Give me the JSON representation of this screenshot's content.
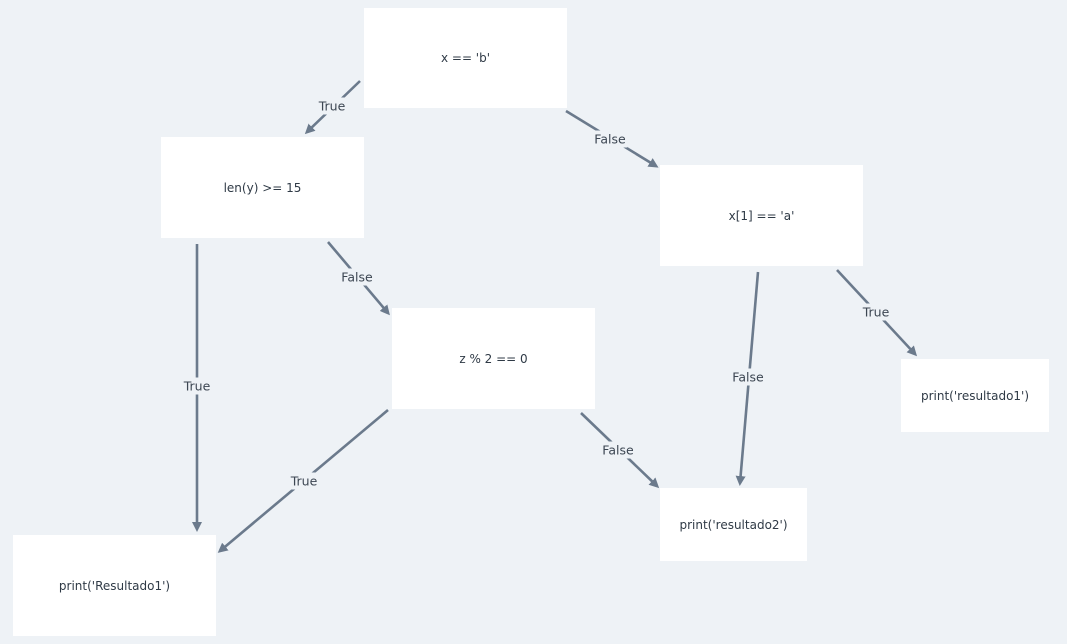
{
  "nodes": {
    "root": "x == 'b'",
    "len": "len(y) >= 15",
    "x1": "x[1] == 'a'",
    "z": "z % 2 == 0",
    "res1": "print('resultado1')",
    "res2": "print('resultado2')",
    "Res1": "print('Resultado1')"
  },
  "edges": {
    "root_len": "True",
    "root_x1": "False",
    "len_Res1": "True",
    "len_z": "False",
    "z_Res1": "True",
    "z_res2": "False",
    "x1_res2": "False",
    "x1_res1": "True"
  },
  "colors": {
    "background": "#eef2f6",
    "node": "#ffffff",
    "edge": "#6b7a8c"
  }
}
